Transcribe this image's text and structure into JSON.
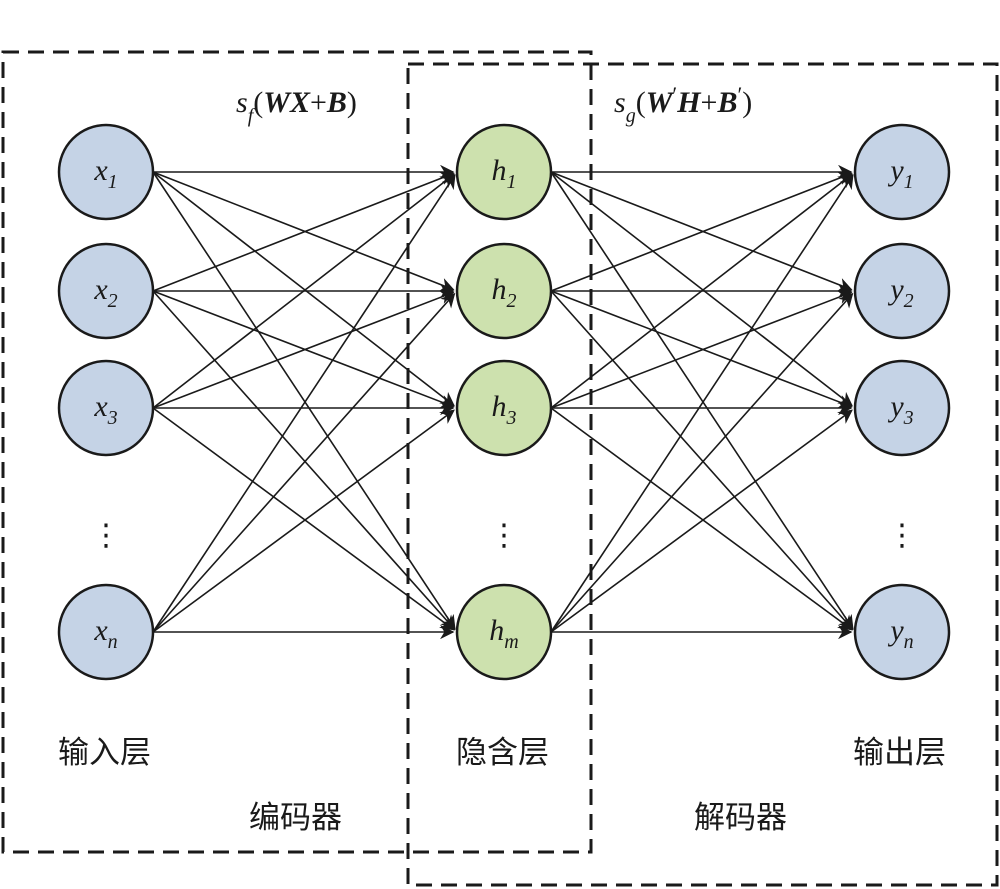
{
  "encoder": {
    "title": "编码器",
    "formula": {
      "s": "s",
      "sub": "f",
      "open": "(",
      "w": "W",
      "x": "X",
      "plus": "+",
      "b": "B",
      "close": ")"
    }
  },
  "decoder": {
    "title": "解码器",
    "formula": {
      "s": "s",
      "sub": "g",
      "open": "(",
      "w": "W",
      "prime1": "′",
      "h": "H",
      "plus": "+",
      "b": "B",
      "prime2": "′",
      "close": ")"
    }
  },
  "layers": {
    "input": {
      "label": "输入层",
      "color": "#c5d3e6",
      "nodes": [
        {
          "base": "x",
          "sub": "1"
        },
        {
          "base": "x",
          "sub": "2"
        },
        {
          "base": "x",
          "sub": "3"
        },
        {
          "base": "x",
          "sub": "n"
        }
      ],
      "ellipsis": "⋮"
    },
    "hidden": {
      "label": "隐含层",
      "color": "#cde1ae",
      "nodes": [
        {
          "base": "h",
          "sub": "1"
        },
        {
          "base": "h",
          "sub": "2"
        },
        {
          "base": "h",
          "sub": "3"
        },
        {
          "base": "h",
          "sub": "m"
        }
      ],
      "ellipsis": "⋮"
    },
    "output": {
      "label": "输出层",
      "color": "#c5d3e6",
      "nodes": [
        {
          "base": "y",
          "sub": "1"
        },
        {
          "base": "y",
          "sub": "2"
        },
        {
          "base": "y",
          "sub": "3"
        },
        {
          "base": "y",
          "sub": "n"
        }
      ],
      "ellipsis": "⋮"
    }
  }
}
